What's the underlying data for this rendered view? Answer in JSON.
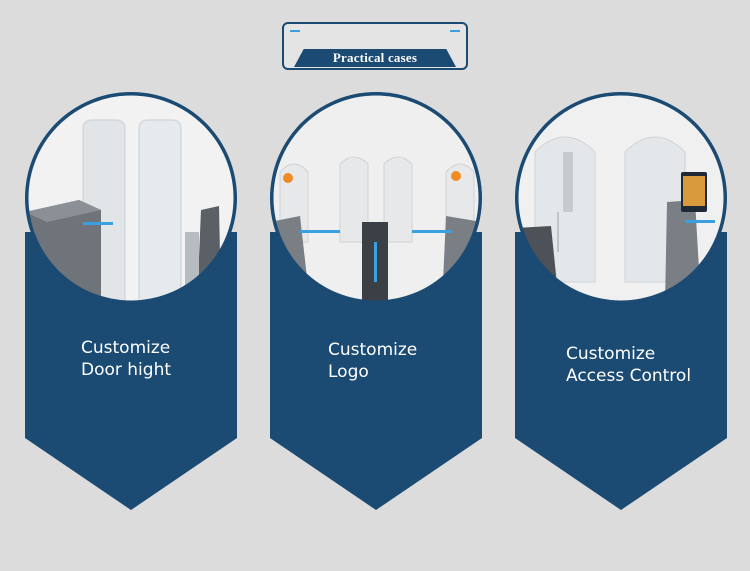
{
  "header": {
    "title": "Practical cases"
  },
  "cards": [
    {
      "line1": "Customize",
      "line2": "Door hight",
      "icon": "turnstile-tall-door-image"
    },
    {
      "line1": "Customize",
      "line2": "Logo",
      "icon": "turnstile-logo-image"
    },
    {
      "line1": "Customize",
      "line2": "Access Control",
      "icon": "turnstile-access-control-image"
    }
  ],
  "colors": {
    "navy": "#1b4a73",
    "accent": "#3aa0e0",
    "background": "#dcdcdc"
  }
}
